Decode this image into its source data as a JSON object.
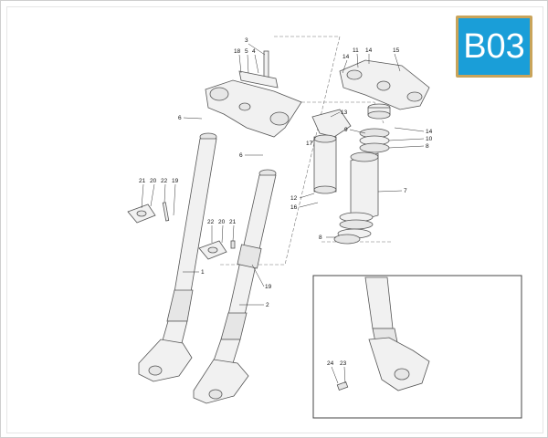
{
  "badge": {
    "code": "B03"
  },
  "callouts": [
    {
      "id": "c3",
      "text": "3"
    },
    {
      "id": "c18",
      "text": "18"
    },
    {
      "id": "c5",
      "text": "5"
    },
    {
      "id": "c4",
      "text": "4"
    },
    {
      "id": "c6a",
      "text": "6"
    },
    {
      "id": "c6b",
      "text": "6"
    },
    {
      "id": "c11",
      "text": "11"
    },
    {
      "id": "c14a",
      "text": "14"
    },
    {
      "id": "c15",
      "text": "15"
    },
    {
      "id": "c14b",
      "text": "14"
    },
    {
      "id": "c13",
      "text": "13"
    },
    {
      "id": "c17",
      "text": "17"
    },
    {
      "id": "c9",
      "text": "9"
    },
    {
      "id": "c14c",
      "text": "14"
    },
    {
      "id": "c10",
      "text": "10"
    },
    {
      "id": "c8a",
      "text": "8"
    },
    {
      "id": "c7",
      "text": "7"
    },
    {
      "id": "c12",
      "text": "12"
    },
    {
      "id": "c16",
      "text": "16"
    },
    {
      "id": "c8b",
      "text": "8"
    },
    {
      "id": "c21a",
      "text": "21"
    },
    {
      "id": "c20a",
      "text": "20"
    },
    {
      "id": "c22a",
      "text": "22"
    },
    {
      "id": "c19a",
      "text": "19"
    },
    {
      "id": "c22b",
      "text": "22"
    },
    {
      "id": "c20b",
      "text": "20"
    },
    {
      "id": "c21b",
      "text": "21"
    },
    {
      "id": "c1",
      "text": "1"
    },
    {
      "id": "c19b",
      "text": "19"
    },
    {
      "id": "c2",
      "text": "2"
    },
    {
      "id": "c24",
      "text": "24"
    },
    {
      "id": "c23",
      "text": "23"
    }
  ]
}
